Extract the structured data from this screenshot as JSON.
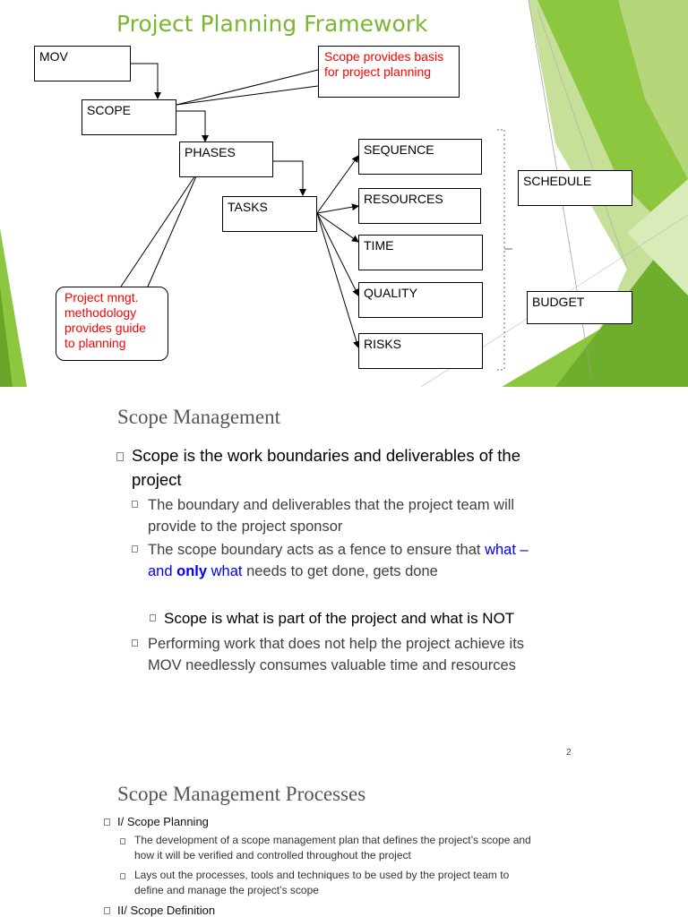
{
  "slide1": {
    "title": "Project Planning Framework",
    "boxes": {
      "mov": "MOV",
      "scope": "SCOPE",
      "phases": "PHASES",
      "tasks": "TASKS",
      "sequence": "SEQUENCE",
      "resources": "RESOURCES",
      "time": "TIME",
      "quality": "QUALITY",
      "risks": "RISKS",
      "schedule": "SCHEDULE",
      "budget": "BUDGET"
    },
    "callout_scope": [
      "Scope provides basis",
      "for project planning"
    ],
    "callout_methodology": [
      "Project mngt.",
      "methodology",
      "provides guide",
      "to planning"
    ],
    "colors": {
      "accent_green": "#7ab730",
      "callout_red": "#ff0000"
    }
  },
  "slide2": {
    "title": "Scope Management",
    "bullet1": [
      "Scope is the work boundaries and deliverables of the",
      "project"
    ],
    "sub1": [
      "The boundary and deliverables that the project team will",
      "provide to the project sponsor"
    ],
    "sub2_line1_a": "The scope boundary acts as a fence to ensure that ",
    "sub2_line1_b": "what –",
    "sub2_line2_a": "and ",
    "sub2_line2_b": "only",
    "sub2_line2_c": " what",
    "sub2_line2_d": " needs to get done,  gets done",
    "bullet_not": "Scope is what is part of the project and what is NOT",
    "sub3": [
      "Performing work that does not help the project achieve its",
      "MOV needlessly consumes valuable time and resources"
    ],
    "page_number": "2"
  },
  "slide3": {
    "title": "Scope Management Processes",
    "item1": "I/ Scope Planning",
    "item1_sub1": [
      "The development of a scope management plan that defines the project’s scope and",
      "how it will be verified and controlled throughout the project"
    ],
    "item1_sub2": [
      "Lays out the processes, tools and techniques to be used by the project team to",
      "define and manage the project’s scope"
    ],
    "item2": "II/ Scope Definition"
  }
}
